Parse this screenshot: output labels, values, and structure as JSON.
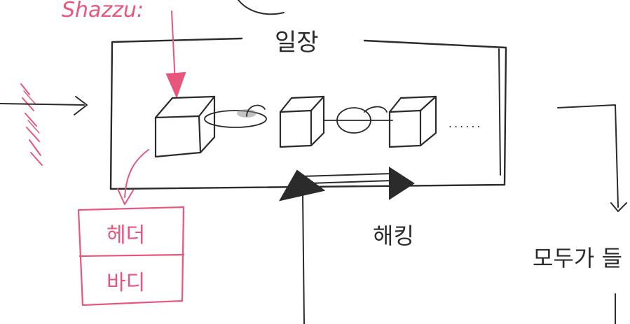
{
  "colors": {
    "ink": "#2b2b2b",
    "highlight": "#e8557d",
    "background": "#ffffff"
  },
  "labels": {
    "top_left_partial": "Shazzu:",
    "chain_title": "일장",
    "header": "헤더",
    "body": "바디",
    "hacking": "해킹",
    "ellipsis": "......",
    "right_partial": "모두가 들"
  }
}
